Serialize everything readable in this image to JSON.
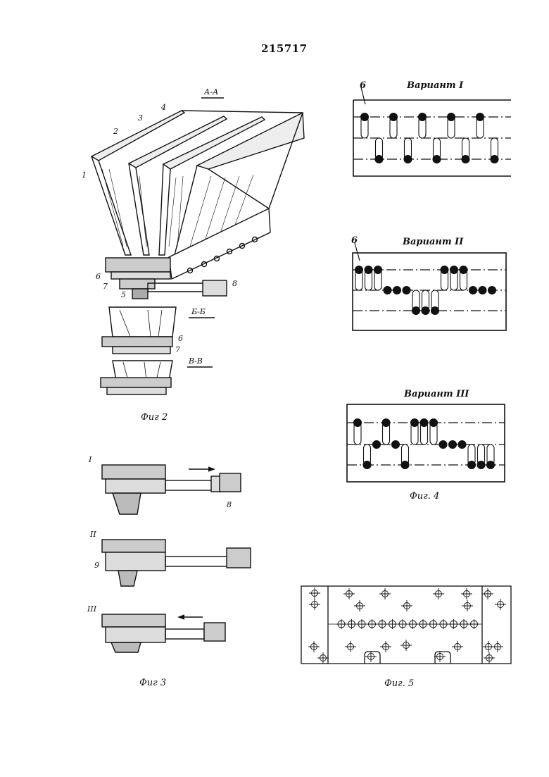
{
  "patent_number": "215717",
  "fig2": {
    "caption": "Фиг 2",
    "section_aa": "А-А",
    "section_bb": "Б-Б",
    "section_vv": "В-В",
    "labels": {
      "l1": "1",
      "l2": "2",
      "l3": "3",
      "l4": "4",
      "l5": "5",
      "l6": "6",
      "l7": "7",
      "l8": "8",
      "l6b": "6",
      "l7b": "7"
    }
  },
  "fig3": {
    "caption": "Фиг 3",
    "variants": {
      "v1": "I",
      "v2": "II",
      "v3": "III"
    },
    "labels": {
      "l8": "8",
      "l9": "9"
    }
  },
  "fig4": {
    "caption": "Фиг. 4",
    "variant1": "Вариант I",
    "variant2": "Вариант II",
    "variant3": "Вариант III",
    "label_a": "6",
    "label_b": "6"
  },
  "fig5": {
    "caption": "Фиг. 5"
  }
}
